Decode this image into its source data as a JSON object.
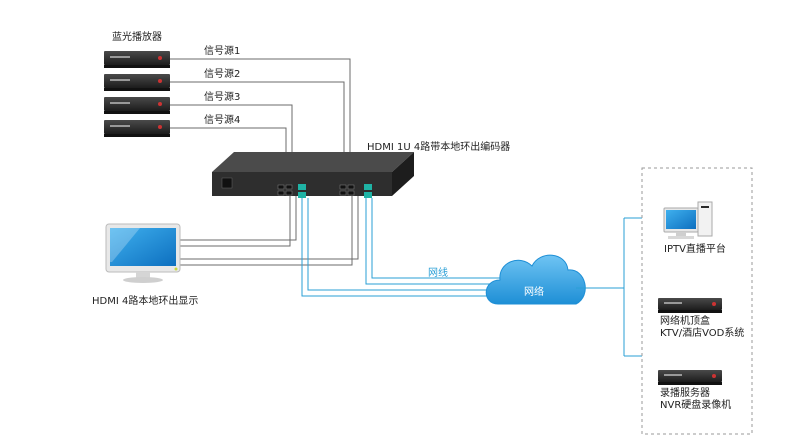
{
  "labels": {
    "bluray_player": "蓝光播放器",
    "source1": "信号源1",
    "source2": "信号源2",
    "source3": "信号源3",
    "source4": "信号源4",
    "encoder": "HDMI 1U 4路带本地环出编码器",
    "local_display": "HDMI 4路本地环出显示",
    "network_cable": "网线",
    "network": "网络",
    "iptv": "IPTV直播平台",
    "stb_line1": "网络机顶盒",
    "stb_line2": "KTV/酒店VOD系统",
    "nvr_line1": "录播服务器",
    "nvr_line2": "NVR硬盘录像机"
  },
  "colors": {
    "hdmi_line": "#6b6b6b",
    "network_line": "#2a9fd6",
    "cloud": "#3aa8e8",
    "panel_border": "#9a9a9a",
    "device_dark": "#2b2b2b"
  },
  "icons": {
    "player": "bluray-player-icon",
    "encoder": "encoder-device-icon",
    "monitor": "monitor-icon",
    "cloud": "cloud-icon",
    "pc": "pc-icon",
    "stb": "set-top-box-icon",
    "nvr": "nvr-icon"
  }
}
